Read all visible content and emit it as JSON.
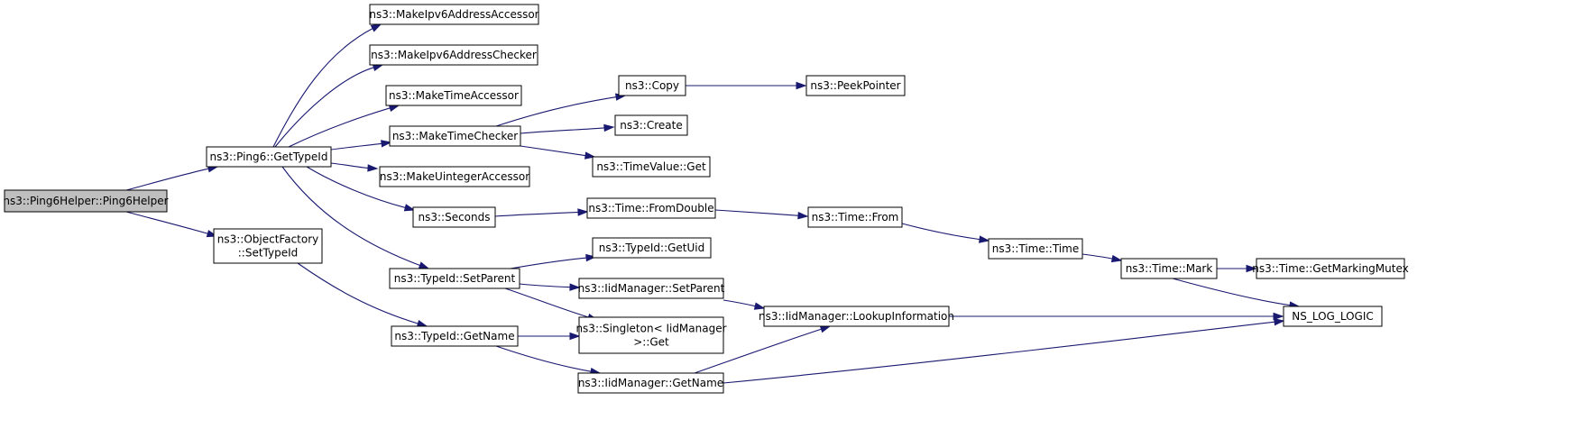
{
  "nodes": [
    {
      "id": "n0",
      "name": "node-ping6helper-ping6helper",
      "lines": [
        "ns3::Ping6Helper::Ping6Helper"
      ],
      "root": true
    },
    {
      "id": "n1",
      "name": "node-ping6-gettypeid",
      "lines": [
        "ns3::Ping6::GetTypeId"
      ]
    },
    {
      "id": "n2",
      "name": "node-objectfactory-settypeid",
      "lines": [
        "ns3::ObjectFactory",
        "::SetTypeId"
      ]
    },
    {
      "id": "n3",
      "name": "node-makeipv6addressaccessor",
      "lines": [
        "ns3::MakeIpv6AddressAccessor"
      ]
    },
    {
      "id": "n4",
      "name": "node-makeipv6addresschecker",
      "lines": [
        "ns3::MakeIpv6AddressChecker"
      ]
    },
    {
      "id": "n5",
      "name": "node-maketimeaccessor",
      "lines": [
        "ns3::MakeTimeAccessor"
      ]
    },
    {
      "id": "n6",
      "name": "node-maketimechecker",
      "lines": [
        "ns3::MakeTimeChecker"
      ]
    },
    {
      "id": "n7",
      "name": "node-makeuintegeraccessor",
      "lines": [
        "ns3::MakeUintegerAccessor"
      ]
    },
    {
      "id": "n8",
      "name": "node-seconds",
      "lines": [
        "ns3::Seconds"
      ]
    },
    {
      "id": "n9",
      "name": "node-typeid-setparent",
      "lines": [
        "ns3::TypeId::SetParent"
      ]
    },
    {
      "id": "n10",
      "name": "node-typeid-getname",
      "lines": [
        "ns3::TypeId::GetName"
      ]
    },
    {
      "id": "n11",
      "name": "node-copy",
      "lines": [
        "ns3::Copy"
      ]
    },
    {
      "id": "n12",
      "name": "node-create",
      "lines": [
        "ns3::Create"
      ]
    },
    {
      "id": "n13",
      "name": "node-timevalue-get",
      "lines": [
        "ns3::TimeValue::Get"
      ]
    },
    {
      "id": "n14",
      "name": "node-time-fromdouble",
      "lines": [
        "ns3::Time::FromDouble"
      ]
    },
    {
      "id": "n15",
      "name": "node-typeid-getuid",
      "lines": [
        "ns3::TypeId::GetUid"
      ]
    },
    {
      "id": "n16",
      "name": "node-iidmanager-setparent",
      "lines": [
        "ns3::IidManager::SetParent"
      ]
    },
    {
      "id": "n17",
      "name": "node-singleton-iidmanager-get",
      "lines": [
        "ns3::Singleton< IidManager",
        ">::Get"
      ]
    },
    {
      "id": "n18",
      "name": "node-iidmanager-getname",
      "lines": [
        "ns3::IidManager::GetName"
      ]
    },
    {
      "id": "n19",
      "name": "node-peekpointer",
      "lines": [
        "ns3::PeekPointer"
      ]
    },
    {
      "id": "n20",
      "name": "node-time-from",
      "lines": [
        "ns3::Time::From"
      ]
    },
    {
      "id": "n21",
      "name": "node-iidmanager-lookupinformation",
      "lines": [
        "ns3::IidManager::LookupInformation"
      ]
    },
    {
      "id": "n22",
      "name": "node-time-time",
      "lines": [
        "ns3::Time::Time"
      ]
    },
    {
      "id": "n23",
      "name": "node-time-mark",
      "lines": [
        "ns3::Time::Mark"
      ]
    },
    {
      "id": "n24",
      "name": "node-time-getmarkingmutex",
      "lines": [
        "ns3::Time::GetMarkingMutex"
      ]
    },
    {
      "id": "n25",
      "name": "node-ns-log-logic",
      "lines": [
        "NS_LOG_LOGIC"
      ]
    }
  ],
  "edges": [
    [
      "n0",
      "n1"
    ],
    [
      "n0",
      "n2"
    ],
    [
      "n1",
      "n3"
    ],
    [
      "n1",
      "n4"
    ],
    [
      "n1",
      "n5"
    ],
    [
      "n1",
      "n6"
    ],
    [
      "n1",
      "n7"
    ],
    [
      "n1",
      "n8"
    ],
    [
      "n1",
      "n9"
    ],
    [
      "n2",
      "n10"
    ],
    [
      "n6",
      "n11"
    ],
    [
      "n6",
      "n12"
    ],
    [
      "n6",
      "n13"
    ],
    [
      "n8",
      "n14"
    ],
    [
      "n9",
      "n15"
    ],
    [
      "n9",
      "n16"
    ],
    [
      "n9",
      "n17"
    ],
    [
      "n10",
      "n17"
    ],
    [
      "n10",
      "n18"
    ],
    [
      "n11",
      "n19"
    ],
    [
      "n14",
      "n20"
    ],
    [
      "n16",
      "n21"
    ],
    [
      "n18",
      "n21"
    ],
    [
      "n18",
      "n25"
    ],
    [
      "n20",
      "n22"
    ],
    [
      "n21",
      "n25"
    ],
    [
      "n22",
      "n23"
    ],
    [
      "n23",
      "n24"
    ],
    [
      "n23",
      "n25"
    ]
  ]
}
